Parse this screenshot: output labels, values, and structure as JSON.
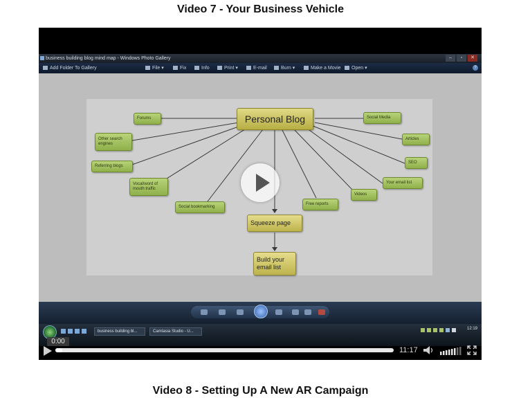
{
  "headings": {
    "video7": "Video 7 - Your Business Vehicle",
    "video8": "Video 8 - Setting Up A New AR Campaign"
  },
  "window": {
    "title": "business building blog mind map - Windows Photo Gallery",
    "buttons": [
      "–",
      "▫",
      "✕"
    ]
  },
  "toolbar": {
    "items": [
      "Add Folder To Gallery",
      "File",
      "Fix",
      "Info",
      "Print",
      "E-mail",
      "Burn",
      "Make a Movie",
      "Open"
    ],
    "help": "?"
  },
  "mindmap": {
    "center": "Personal Blog",
    "left": [
      "Forums",
      "Other search engines",
      "Referring blogs",
      "Vocal/word of mouth traffic",
      "Social bookmarking"
    ],
    "right": [
      "Social Media",
      "Articles",
      "SEO",
      "Your email list",
      "Videos",
      "Free reports"
    ],
    "squeeze": "Squeeze page",
    "build": "Build your email list"
  },
  "taskbar": {
    "tasks": [
      "business building bl...",
      "Camtasia Studio - U..."
    ],
    "clock": "12:19"
  },
  "player": {
    "current_time": "0:00",
    "duration": "11:17",
    "progress": 0.02,
    "volume_level": 0.8
  }
}
